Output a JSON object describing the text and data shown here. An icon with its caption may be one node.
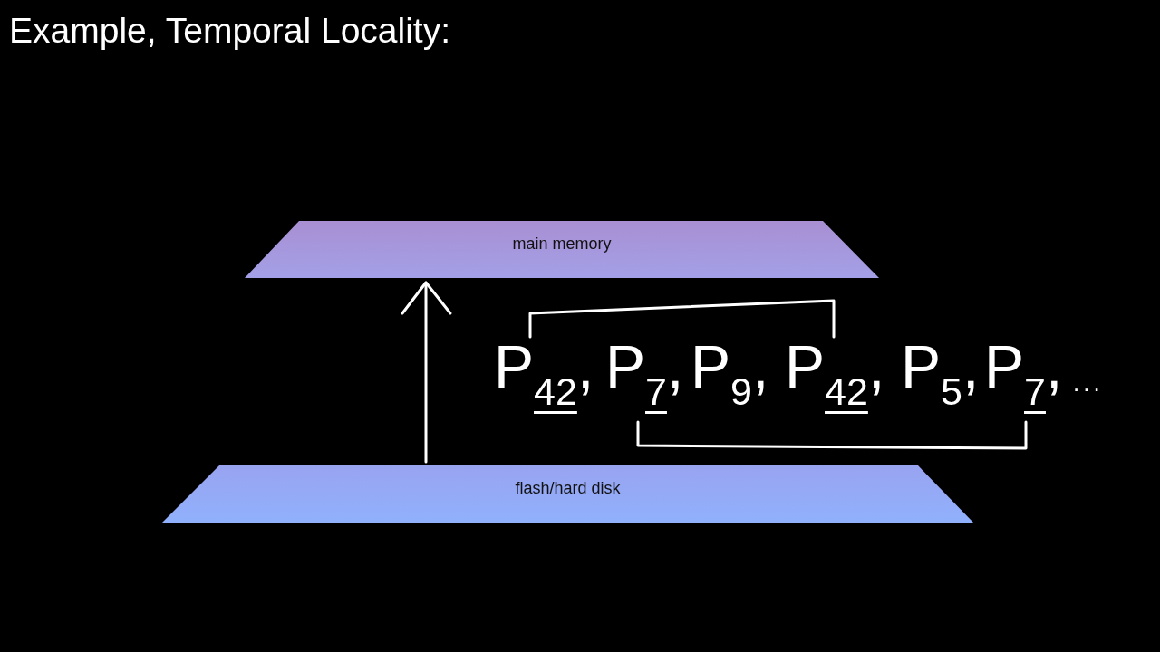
{
  "diagram": {
    "title": "Example, Temporal Locality:",
    "nodes": [
      {
        "text": [
          "main memory"
        ]
      },
      {
        "text": [
          "flash/hard disk"
        ]
      },
      {
        "text": [
          "P$_{42}$,"
        ]
      },
      {
        "text": [
          "P$_{7}$,"
        ]
      },
      {
        "text": [
          "P$_{9}$,"
        ]
      },
      {
        "text": [
          "P$_{42}$,"
        ]
      },
      {
        "text": [
          "P$_{5}$,"
        ]
      },
      {
        "text": [
          "P$_{7}$,"
        ]
      }
    ],
    "edges": [
      {
        "from": 1,
        "to": 0,
        "arrow": "to"
      },
      {
        "from": 2,
        "to": 5,
        "arrow": "none"
      },
      {
        "from": 3,
        "to": 7,
        "arrow": "none"
      }
    ],
    "labels": [
      "..."
    ]
  }
}
